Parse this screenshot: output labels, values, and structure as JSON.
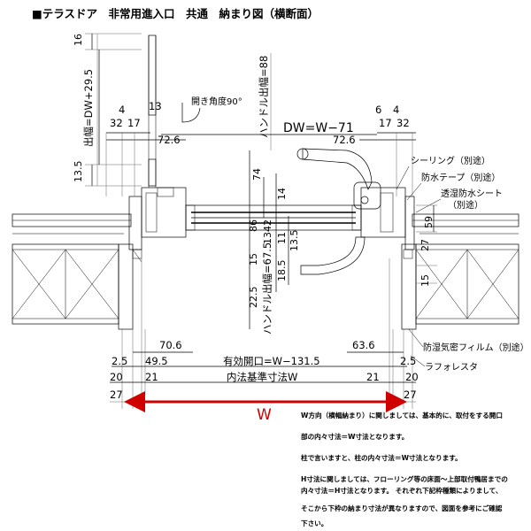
{
  "title": "■テラスドア　非常用進入口　共通　納まり図（横断面）",
  "open_angle": "開き角度90°",
  "handle_out_top": "ハンドル出幅=88",
  "handle_out_bottom": "ハンドル出幅=67.5",
  "dw_main": "DW=W−71",
  "out_width": "出幅=DW+29.5",
  "dims_top": {
    "d16": "16",
    "d13a": "13.5",
    "d4a": "4",
    "d32a": "32",
    "d17a": "17",
    "d13b": "13",
    "d726a": "72.6",
    "d6": "6",
    "d4b": "4",
    "d17b": "17",
    "d32b": "32",
    "d726b": "72.6"
  },
  "dims_center": {
    "d74": "74",
    "d14": "14",
    "d42": "42",
    "d86": "86",
    "d13c": "13",
    "d11": "11",
    "d135b": "13.5",
    "d15": "15",
    "d185": "18.5",
    "d225": "22.5"
  },
  "dims_right": {
    "d59": "59",
    "d27r": "27",
    "d15r": "15"
  },
  "dims_bottom": {
    "d706": "70.6",
    "d636": "63.6",
    "d25l": "2.5",
    "d495": "49.5",
    "d25r": "2.5",
    "d20l": "20",
    "d21l": "21",
    "d21r": "21",
    "d20r": "20",
    "d27l": "27",
    "d27r": "27",
    "effective_opening": "有効開口=W−131.5",
    "inner_std": "内法基準寸法W"
  },
  "labels": {
    "sealing": "シーリング（別途）",
    "waterproof_tape": "防水テープ（別途）",
    "permeable_sheet_1": "透湿防水シート",
    "permeable_sheet_2": "（別途）",
    "vapor_film": "防湿気密フィルム（別途）",
    "lafolesta": "ラフォレスタ"
  },
  "w_label": "W",
  "notes": [
    "W方向（横幅納まり）に関しましては、基本的に、取付をする開口",
    "部の内々寸法＝W寸法となります。",
    "柱で言いますと、柱の内々寸法＝W寸法となります。",
    "H寸法に関しましては、フローリング等の床面〜上部取付鴨居までの",
    "内々寸法＝H寸法となります。 それぞれ下記枠種類によりまして、",
    "そこから下枠の納まり寸法が異なりますので、図面を参考にご確認",
    "下さい。"
  ],
  "colors": {
    "accent_red": "#d00000",
    "line": "#000000"
  }
}
